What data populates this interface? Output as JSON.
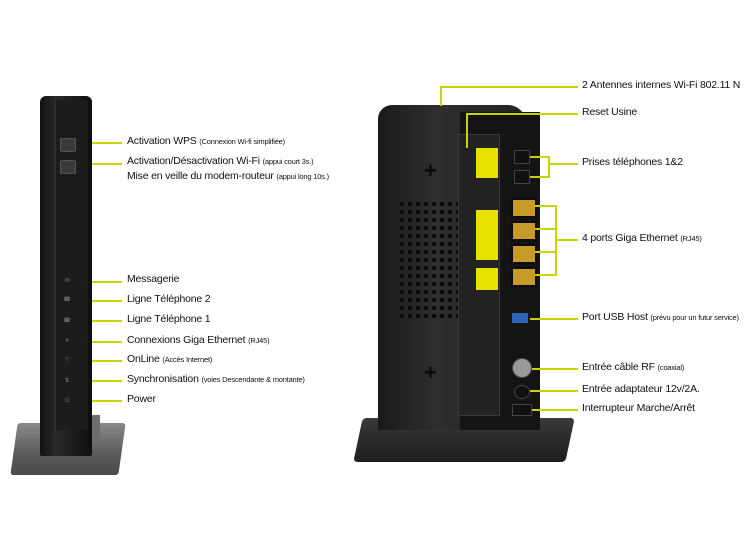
{
  "front_labels": [
    {
      "main": "Activation WPS ",
      "sub": "(Connexion Wi-fi simplifiée)"
    },
    {
      "main": "Activation/Désactivation Wi-Fi ",
      "sub": "(appui court 3s.)"
    },
    {
      "main": "Mise en veille du modem-routeur ",
      "sub": "(appui long 10s.)"
    },
    {
      "main": "Messagerie",
      "sub": ""
    },
    {
      "main": "Ligne Téléphone 2",
      "sub": ""
    },
    {
      "main": "Ligne Téléphone 1",
      "sub": ""
    },
    {
      "main": "Connexions Giga Ethernet ",
      "sub": "(RJ45)"
    },
    {
      "main": "OnLine ",
      "sub": "(Accès Internet)"
    },
    {
      "main": "Synchronisation ",
      "sub": "(voies Descendante & montante)"
    },
    {
      "main": "Power",
      "sub": ""
    }
  ],
  "back_labels": [
    {
      "main": "2 Antennes internes Wi-Fi 802.11 N",
      "sub": ""
    },
    {
      "main": "Reset Usine",
      "sub": ""
    },
    {
      "main": "Prises téléphones 1&2",
      "sub": ""
    },
    {
      "main": "4 ports Giga Ethernet ",
      "sub": "(RJ45)"
    },
    {
      "main": "Port USB Host ",
      "sub": "(prévu pour un futur service)"
    },
    {
      "main": "Entrée câble RF ",
      "sub": "(coaxial)"
    },
    {
      "main": "Entrée adaptateur 12v/2A.",
      "sub": ""
    },
    {
      "main": "Interrupteur Marche/Arrêt",
      "sub": ""
    }
  ],
  "front_buttons": [
    "WPS",
    "Wi-Fi"
  ],
  "colors": {
    "callout": "#c8d400",
    "background": "#ffffff",
    "ethernet_port": "#c79a2a",
    "usb_port": "#2d63b8",
    "label_strip": "#e8e000"
  }
}
